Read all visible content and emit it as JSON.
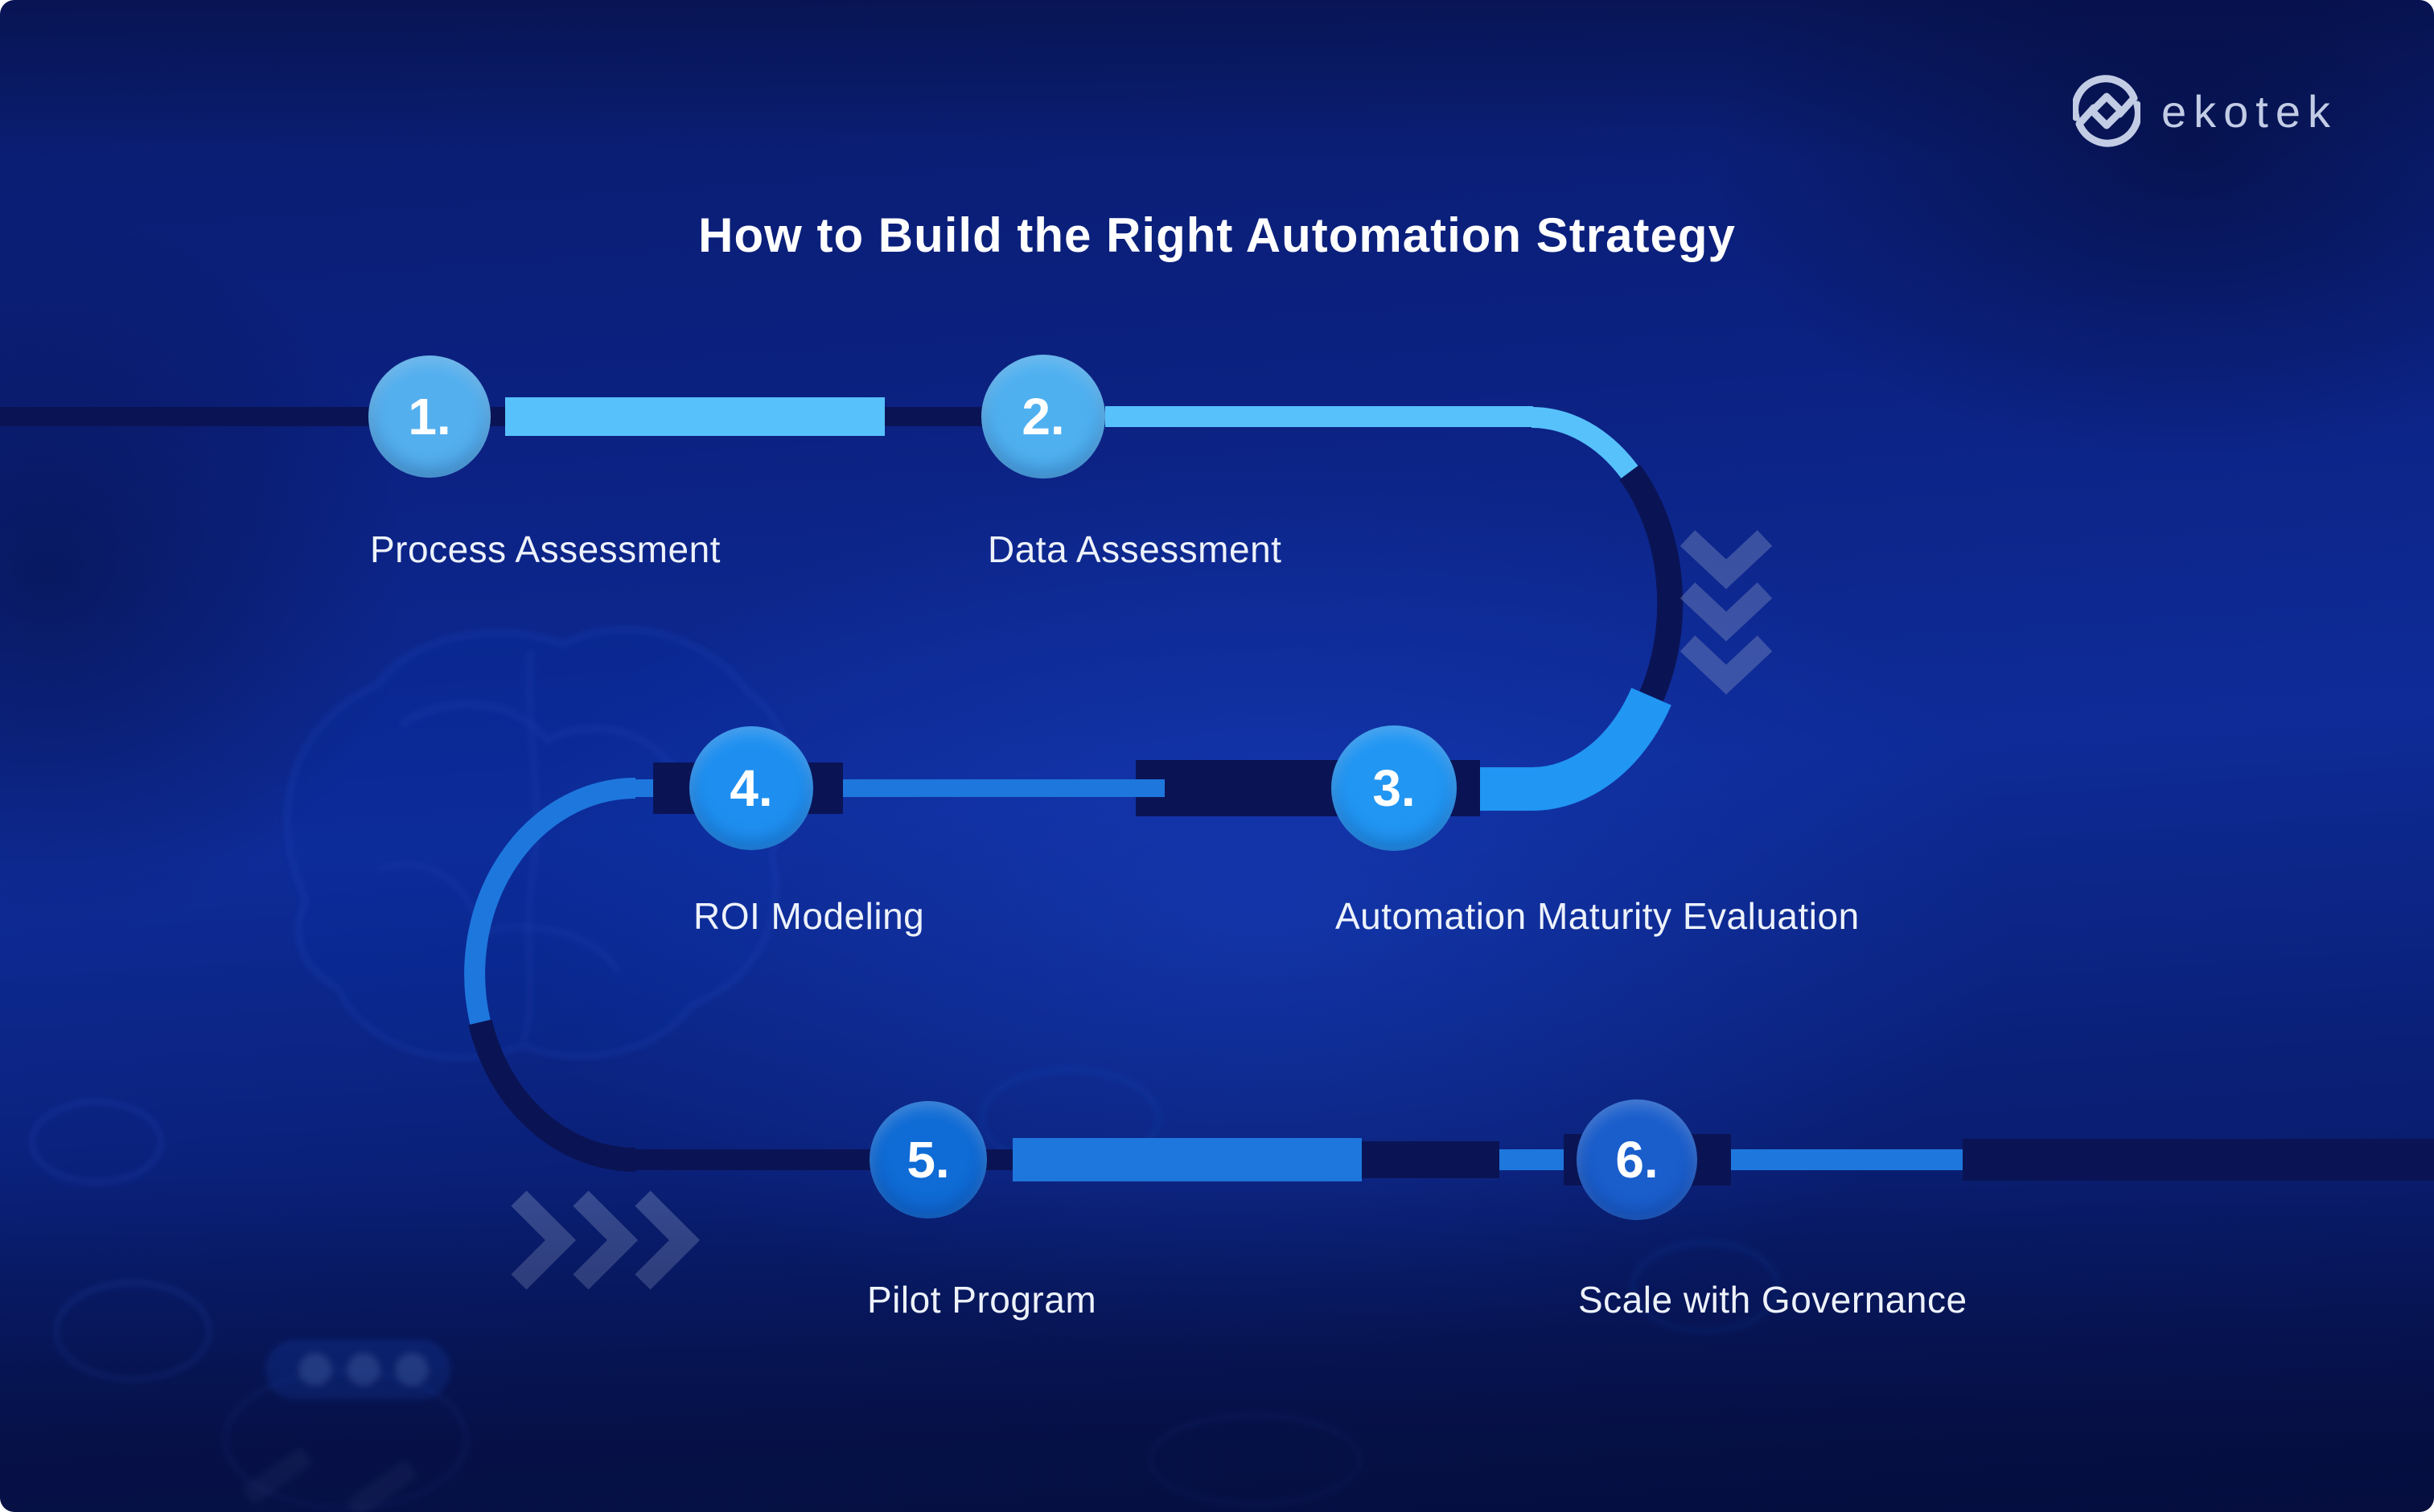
{
  "header": {
    "title": "How to Build the Right Automation Strategy"
  },
  "brand": {
    "name": "ekotek",
    "logo_icon": "ekotek-logo-icon"
  },
  "steps": [
    {
      "number": "1.",
      "label": "Process Assessment"
    },
    {
      "number": "2.",
      "label": "Data Assessment"
    },
    {
      "number": "3.",
      "label": "Automation Maturity Evaluation"
    },
    {
      "number": "4.",
      "label": "ROI Modeling"
    },
    {
      "number": "5.",
      "label": "Pilot Program"
    },
    {
      "number": "6.",
      "label": "Scale with Governance"
    }
  ],
  "decorations": {
    "right_side_icon": "triple-chevron-down-icon",
    "bottom_left_icon": "triple-chevron-right-icon",
    "background_motifs": [
      "brain-outline",
      "circuit-ellipses"
    ]
  },
  "colors": {
    "title_text": "#FFFFFF",
    "label_text": "#EDF2FA",
    "logo": "#C2CCE5",
    "background_base": "#0B2182",
    "path_dark_navy": "#0A1455",
    "path_light_blue": "#57C1FB",
    "path_bright_blue": "#2196F3",
    "path_medium_blue": "#1E77DD",
    "step1_circle": "#54AFEE",
    "step2_circle": "#4FB0F0",
    "step3_circle": "#2196F3",
    "step4_circle": "#1E8FF0",
    "step5_circle": "#0F6BD5",
    "step6_circle": "#1A5ECC",
    "chevron": "#7D8CBE"
  }
}
